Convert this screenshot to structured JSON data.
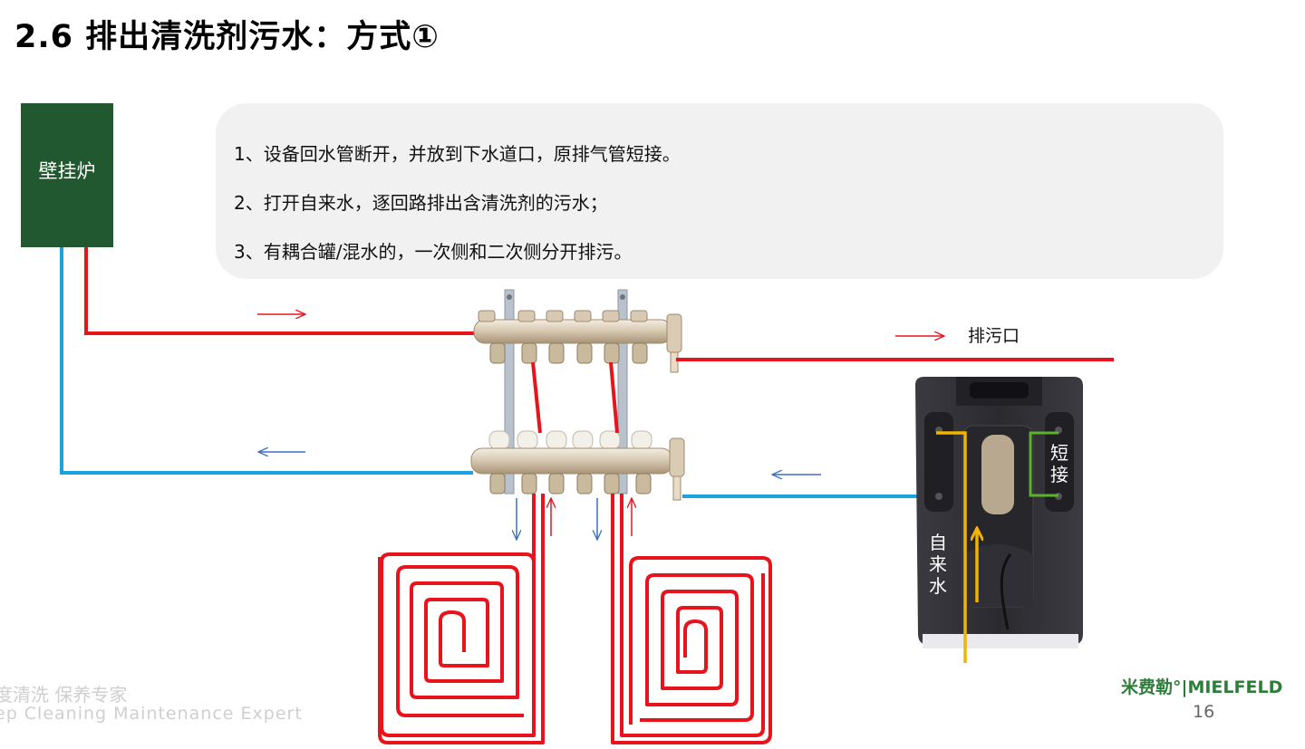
{
  "title": "2.6 排出清洗剂污水：方式①",
  "boiler_label": "壁挂炉",
  "steps": [
    "1、设备回水管断开，并放到下水道口，原排气管短接。",
    "2、打开自来水，逐回路排出含清洗剂的污水；",
    "3、有耦合罐/混水的，一次侧和二次侧分开排污。"
  ],
  "drain_label": "排污口",
  "short_label": "短接",
  "tap_label": "自来水",
  "footer": {
    "cn": "度清洗 保养专家",
    "en": "ep Cleaning Maintenance Expert",
    "brand": "米费勒°|MIELFELD",
    "page": "16"
  },
  "colors": {
    "supply_pipe": "#e8131b",
    "return_pipe": "#1aa3e0",
    "flow_arrow_blue": "#3c6fc3",
    "short_link": "#59b32d",
    "tap_water": "#f2b400",
    "boiler": "#21582f",
    "step_box": "#f1f1f1",
    "machine": "#2f2f34"
  }
}
